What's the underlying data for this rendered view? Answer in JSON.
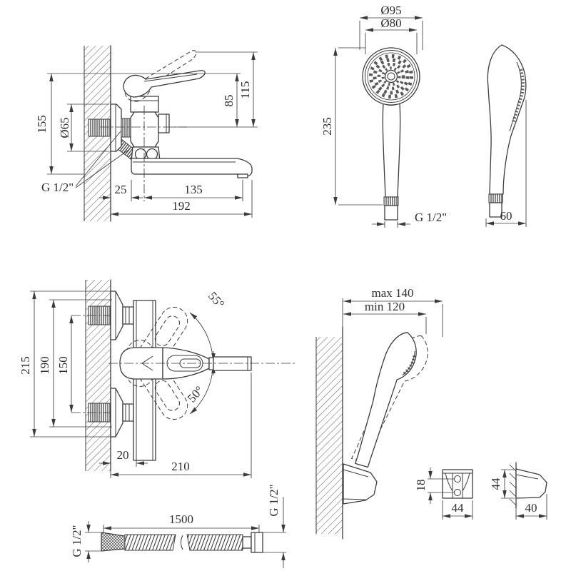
{
  "title": "Bath-shower wall mixer installation drawing",
  "colors": {
    "line": "#3b3b3b",
    "text": "#2f2f2f",
    "background": "#ffffff"
  },
  "views": {
    "faucet_side": {
      "dims": {
        "total_height": "155",
        "escutcheon_diameter": "Ø65",
        "wall_thread": "G 1/2\"",
        "height_to_handle_raised": "115",
        "height_to_handle": "85",
        "wall_offset": "25",
        "spout_axis_reach": "135",
        "total_reach": "192"
      }
    },
    "shower_front": {
      "dims": {
        "outer_diameter": "Ø95",
        "face_diameter": "Ø80",
        "length": "235",
        "thread": "G 1/2\""
      }
    },
    "shower_side": {
      "dims": {
        "depth": "60"
      }
    },
    "faucet_top": {
      "dims": {
        "overall_span": "215",
        "escutcheon_span": "190",
        "pipe_centers": "150",
        "handle_swing_up": "55°",
        "handle_swing_down": "50°",
        "wall_clearance": "20",
        "handle_reach": "210"
      }
    },
    "holder": {
      "dims": {
        "max_offset": "max 140",
        "min_offset": "min 120"
      }
    },
    "bracket_front": {
      "dims": {
        "hole_spacing": "18",
        "width": "44"
      }
    },
    "bracket_side": {
      "dims": {
        "height": "44",
        "depth": "40"
      }
    },
    "hose": {
      "dims": {
        "length": "1500",
        "thread_left": "G 1/2\"",
        "thread_right": "G 1/2\""
      }
    }
  }
}
